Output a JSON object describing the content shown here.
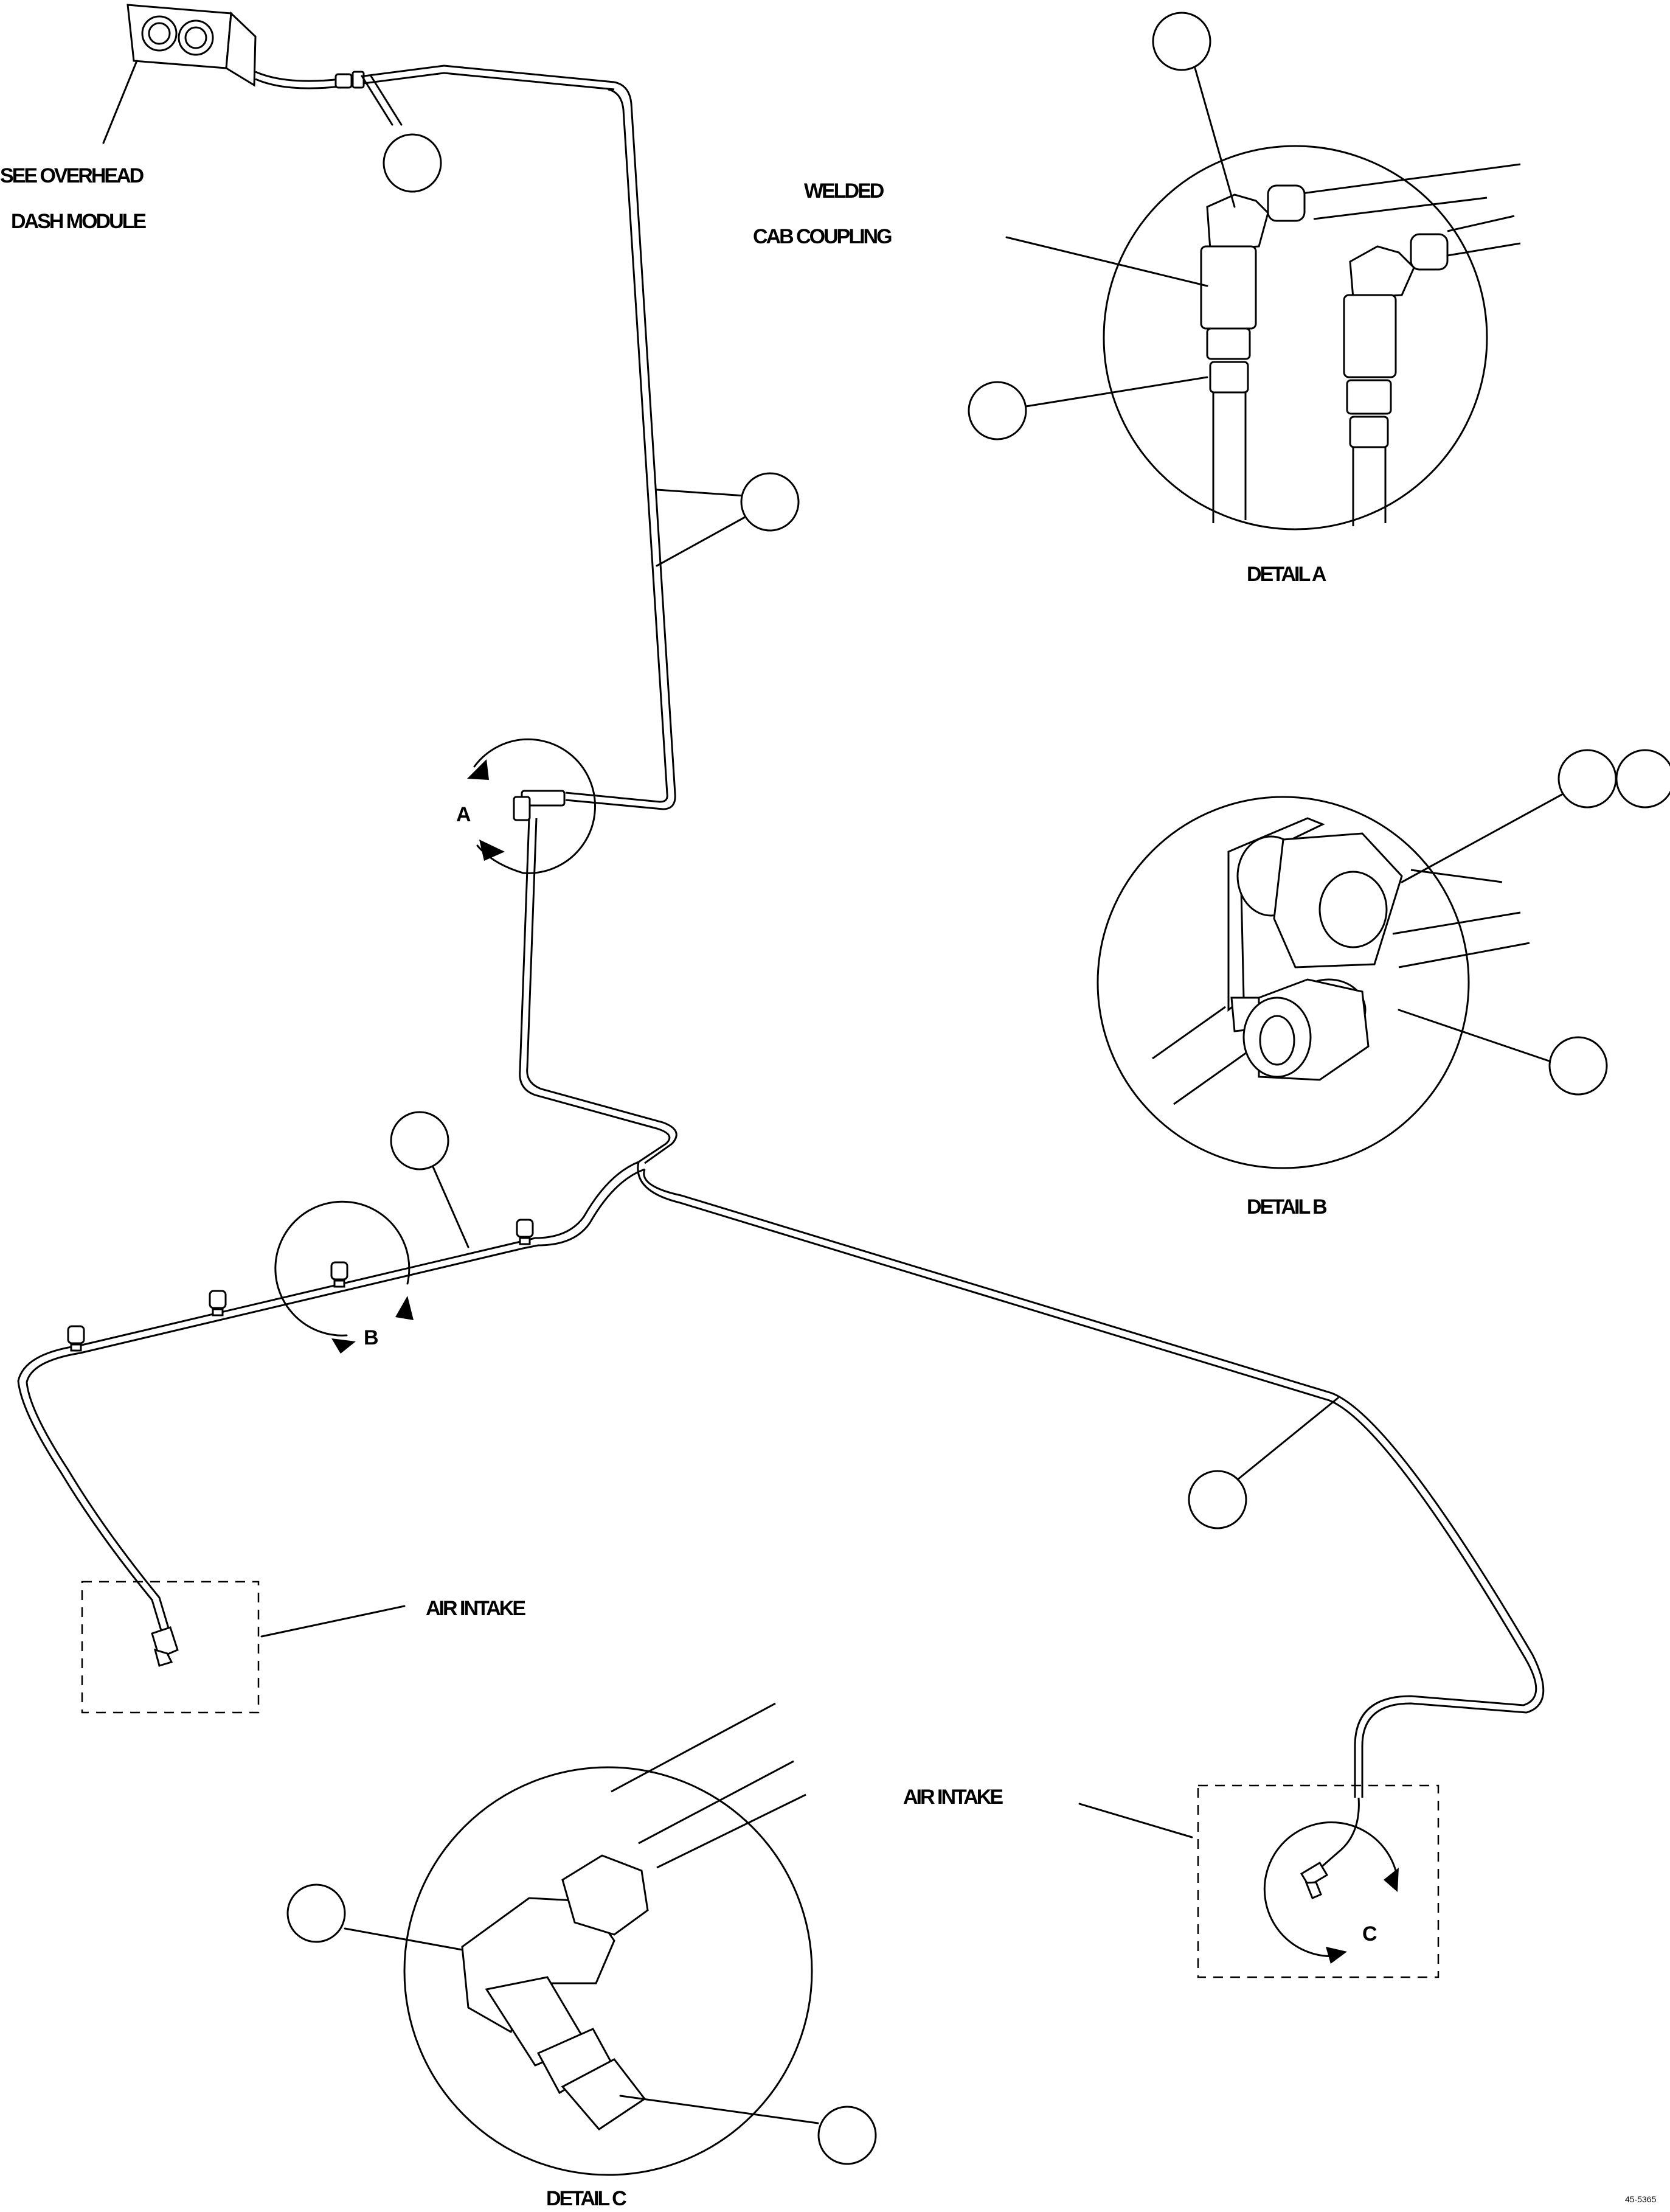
{
  "labels": {
    "overhead_line1": "SEE OVERHEAD",
    "overhead_line2": "DASH MODULE",
    "welded_line1": "WELDED",
    "welded_line2": "CAB COUPLING",
    "air_intake_left": "AIR INTAKE",
    "air_intake_right": "AIR INTAKE",
    "view_a": "A",
    "view_b": "B",
    "view_c": "C",
    "detail_a": "DETAIL A",
    "detail_b": "DETAIL B",
    "detail_c": "DETAIL C",
    "figure_number": "45-5365"
  }
}
